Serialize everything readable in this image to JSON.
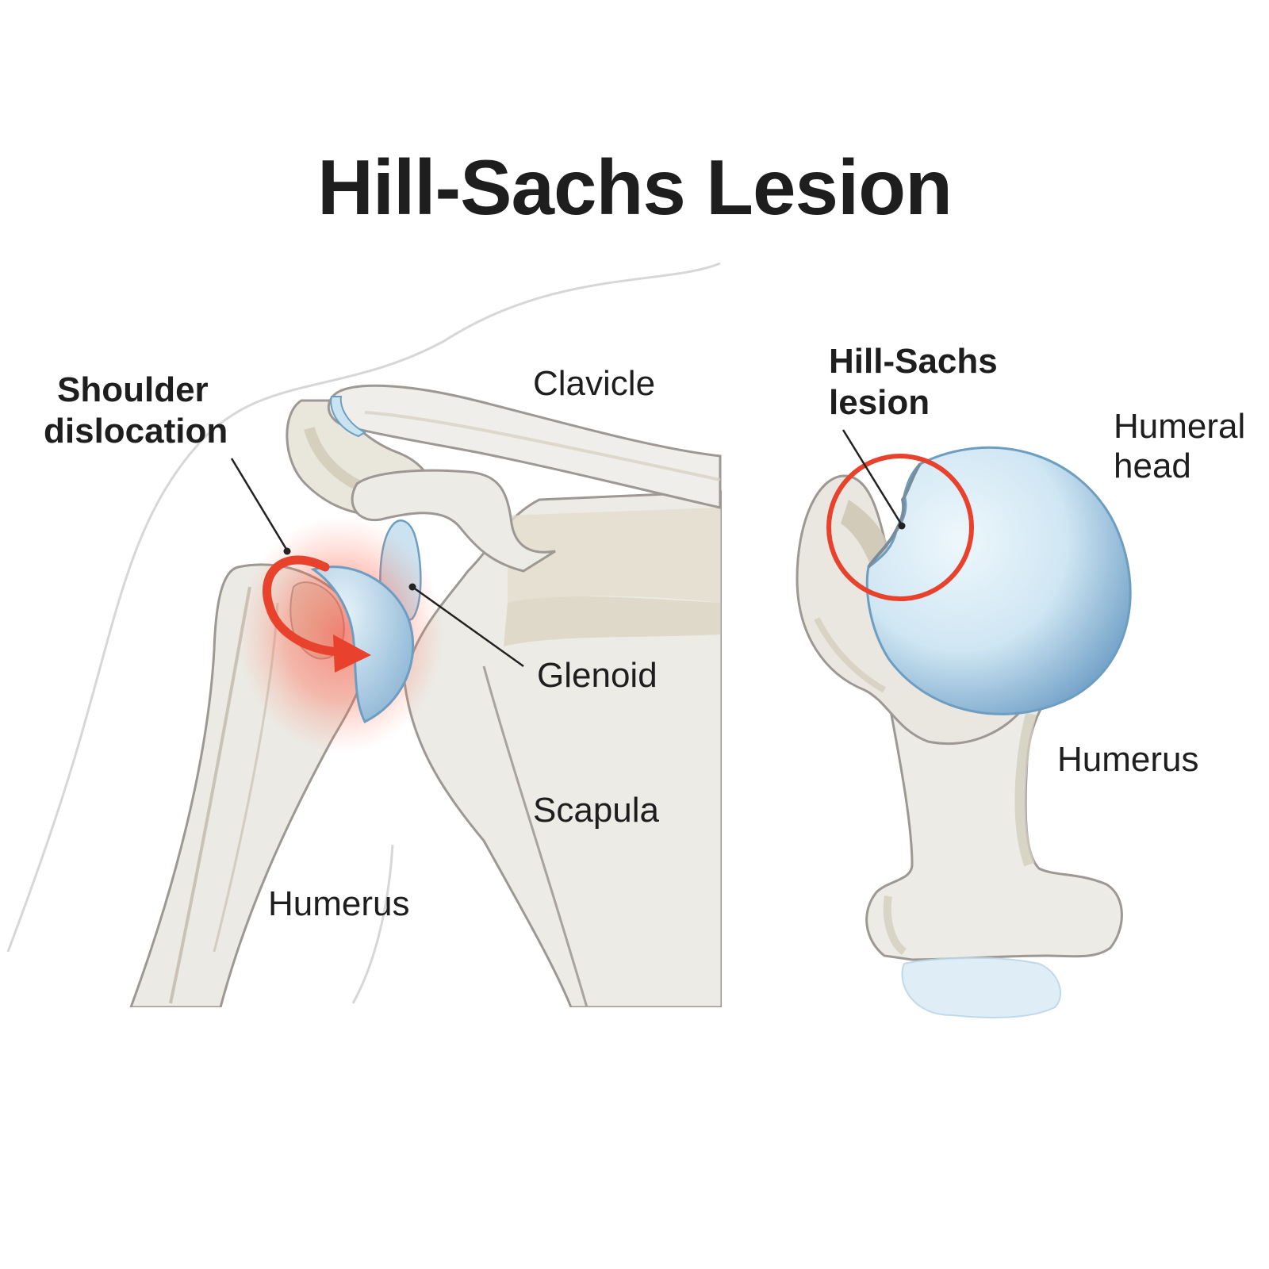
{
  "title": "Hill-Sachs Lesion",
  "left_panel": {
    "callout_line1": "Shoulder",
    "callout_line2": "dislocation",
    "clavicle": "Clavicle",
    "glenoid": "Glenoid",
    "scapula": "Scapula",
    "humerus": "Humerus"
  },
  "right_panel": {
    "lesion_line1": "Hill-Sachs",
    "lesion_line2": "lesion",
    "head_line1": "Humeral",
    "head_line2": "head",
    "humerus": "Humerus"
  },
  "colors": {
    "bone": "#ecebe7",
    "bone_shade": "#d9d5c6",
    "bone_outline": "#9a9590",
    "cartilage": "#c9e3f1",
    "cartilage_edge": "#6d9ec2",
    "accent_red": "#e8412c",
    "body_outline": "#d5d5d5"
  }
}
